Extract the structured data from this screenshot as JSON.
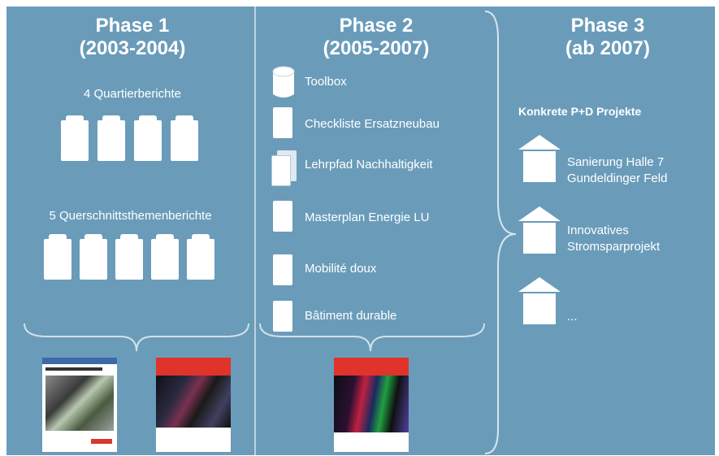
{
  "phase1": {
    "title": "Phase 1",
    "years": "(2003-2004)",
    "group1_label": "4 Quartierberichte",
    "group2_label": "5 Querschnittsthemenberichte"
  },
  "phase2": {
    "title": "Phase 2",
    "years": "(2005-2007)",
    "items": [
      "Toolbox",
      "Checkliste Ersatzneubau",
      "Lehrpfad Nachhaltigkeit",
      "Masterplan Energie LU",
      "Mobilité doux",
      "Bâtiment durable"
    ]
  },
  "phase3": {
    "title": "Phase 3",
    "years": "(ab 2007)",
    "heading": "Konkrete P+D Projekte",
    "projects": [
      {
        "line1": "Sanierung Halle 7",
        "line2": "Gundeldinger Feld"
      },
      {
        "line1": "Innovatives",
        "line2": "Stromsparprojekt"
      },
      {
        "line1": "...",
        "line2": ""
      }
    ]
  },
  "colors": {
    "background": "#6a9cba",
    "text": "#ffffff",
    "cover_red": "#e0332a"
  }
}
